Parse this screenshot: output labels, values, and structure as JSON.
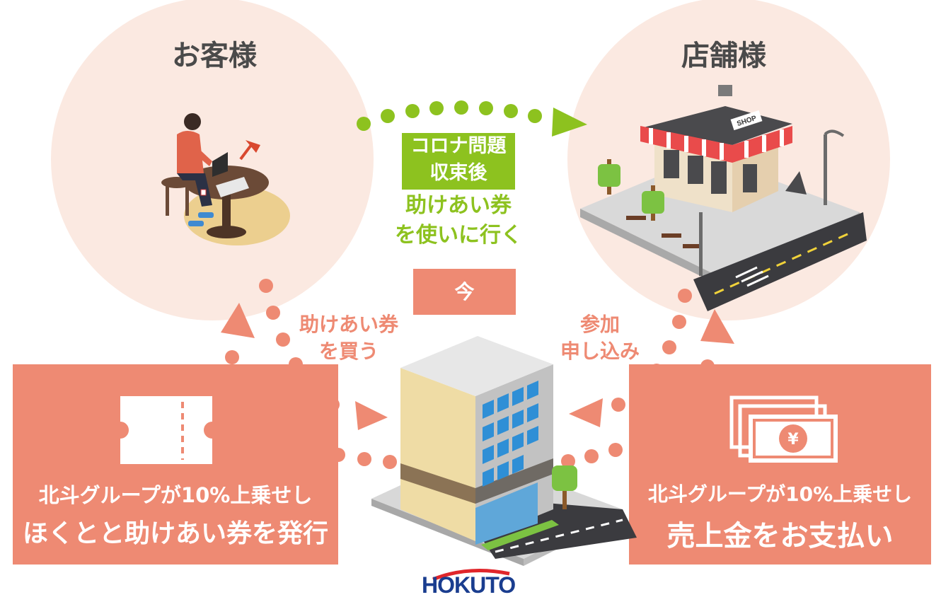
{
  "labels": {
    "customer": "お客様",
    "store": "店舗様",
    "after_corona_line1": "コロナ問題",
    "after_corona_line2": "収束後",
    "use_voucher_line1": "助けあい券",
    "use_voucher_line2": "を使いに行く",
    "now": "今",
    "buy_voucher_line1": "助けあい券",
    "buy_voucher_line2": "を買う",
    "apply_line1": "参加",
    "apply_line2": "申し込み",
    "shop_sign": "SHOP"
  },
  "panels": {
    "left": {
      "line1": "北斗グループが10%上乗せし",
      "line2": "ほくとと助けあい券を発行"
    },
    "right": {
      "line1": "北斗グループが10%上乗せし",
      "line2": "売上金をお支払い"
    }
  },
  "logo": {
    "text": "HOKUTO"
  },
  "icons": {
    "ticket": "ticket-icon",
    "money": "banknotes-yen-icon",
    "yen": "¥"
  },
  "colors": {
    "salmon": "#ee8a73",
    "peach": "#fbe9e1",
    "green": "#8dc21f",
    "logo_blue": "#1a3d8f",
    "logo_red": "#e0262b"
  }
}
